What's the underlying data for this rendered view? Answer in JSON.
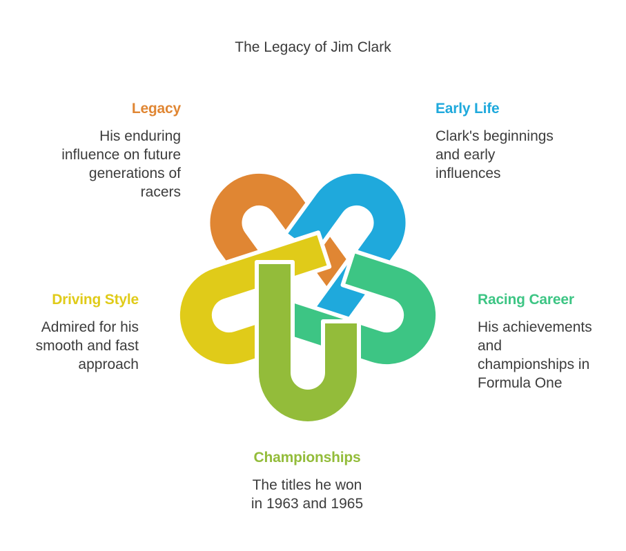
{
  "title": "The Legacy of Jim Clark",
  "sections": {
    "early_life": {
      "heading": "Early Life",
      "lines": [
        "Clark's beginnings",
        "and early",
        "influences"
      ],
      "color": "#1FA9DC"
    },
    "racing_career": {
      "heading": "Racing Career",
      "lines": [
        "His achievements",
        "and",
        "championships in",
        "Formula One"
      ],
      "color": "#3DC584"
    },
    "championships": {
      "heading": "Championships",
      "lines": [
        "The titles he won",
        "in 1963 and 1965"
      ],
      "color": "#93BC3A"
    },
    "driving_style": {
      "heading": "Driving Style",
      "lines": [
        "Admired for his",
        "smooth and fast",
        "approach"
      ],
      "color": "#E0CB19"
    },
    "legacy": {
      "heading": "Legacy",
      "lines": [
        "His enduring",
        "influence on future",
        "generations of",
        "racers"
      ],
      "color": "#E08633"
    }
  }
}
